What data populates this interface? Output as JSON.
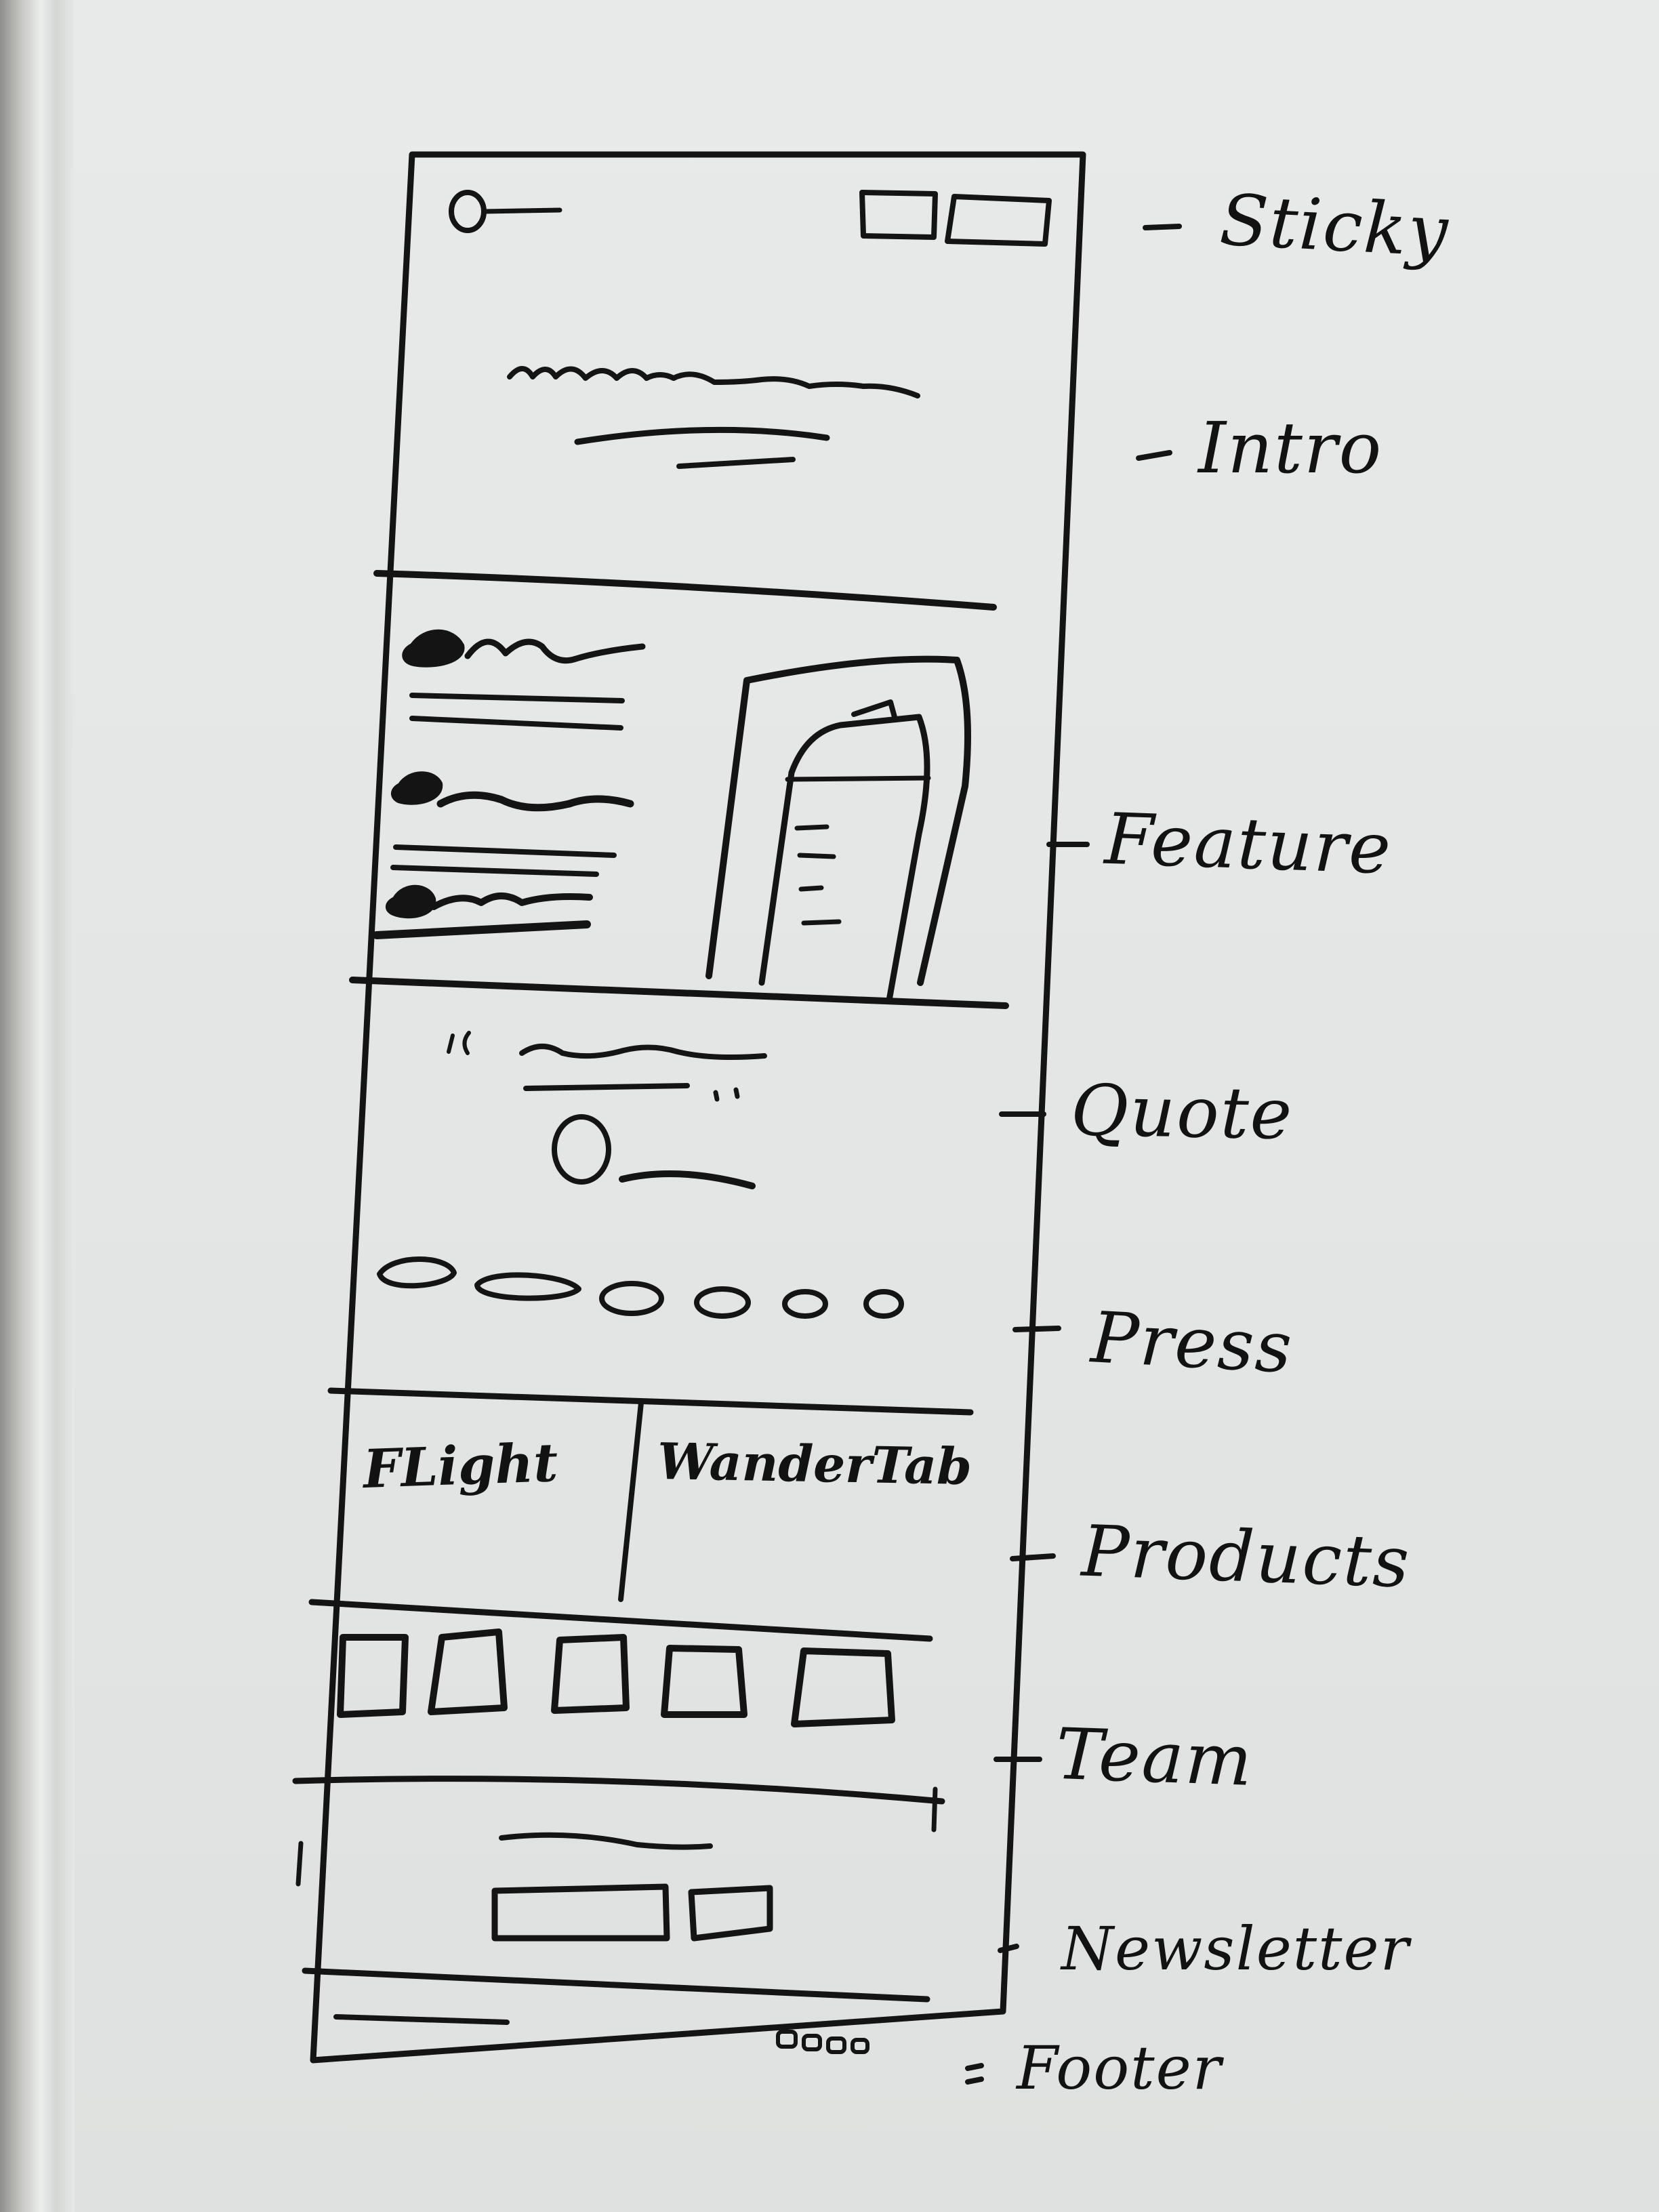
{
  "sections": [
    {
      "id": "sticky",
      "label": "Sticky"
    },
    {
      "id": "intro",
      "label": "Intro"
    },
    {
      "id": "feature",
      "label": "Feature"
    },
    {
      "id": "quote",
      "label": "Quote"
    },
    {
      "id": "press",
      "label": "Press"
    },
    {
      "id": "products",
      "label": "Products"
    },
    {
      "id": "team",
      "label": "Team"
    },
    {
      "id": "newsletter",
      "label": "Newsletter"
    },
    {
      "id": "footer",
      "label": "Footer"
    }
  ],
  "products": [
    "FLight",
    "WanderTab"
  ],
  "colors": {
    "ink": "#121212",
    "board": "#e6e8e8",
    "frame": "#9a9b98"
  }
}
